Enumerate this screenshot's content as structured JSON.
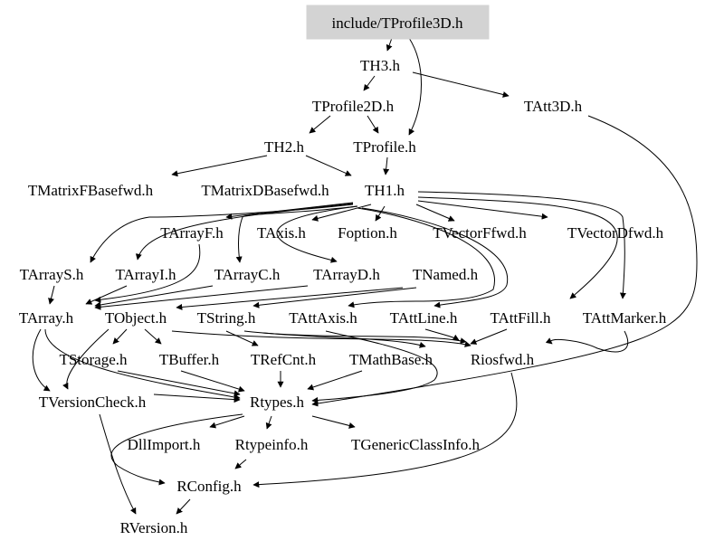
{
  "graph": {
    "root": "include/TProfile3D.h",
    "nodes": {
      "tprofile3d": "include/TProfile3D.h",
      "th3": "TH3.h",
      "tprofile2d": "TProfile2D.h",
      "tatt3d": "TAtt3D.h",
      "th2": "TH2.h",
      "tprofile": "TProfile.h",
      "tmatrixf": "TMatrixFBasefwd.h",
      "tmatrixd": "TMatrixDBasefwd.h",
      "th1": "TH1.h",
      "tarrayf": "TArrayF.h",
      "taxis": "TAxis.h",
      "foption": "Foption.h",
      "tvectorf": "TVectorFfwd.h",
      "tvectord": "TVectorDfwd.h",
      "tarrays": "TArrayS.h",
      "tarrayi": "TArrayI.h",
      "tarrayc": "TArrayC.h",
      "tarrayd": "TArrayD.h",
      "tnamed": "TNamed.h",
      "tarray": "TArray.h",
      "tobject": "TObject.h",
      "tstring": "TString.h",
      "tattaxis": "TAttAxis.h",
      "tattline": "TAttLine.h",
      "tattfill": "TAttFill.h",
      "tattmarker": "TAttMarker.h",
      "tstorage": "TStorage.h",
      "tbuffer": "TBuffer.h",
      "trefcnt": "TRefCnt.h",
      "tmathbase": "TMathBase.h",
      "riosfwd": "Riosfwd.h",
      "tversioncheck": "TVersionCheck.h",
      "rtypes": "Rtypes.h",
      "dllimport": "DllImport.h",
      "rtypeinfo": "Rtypeinfo.h",
      "tgenericclassinfo": "TGenericClassInfo.h",
      "rconfig": "RConfig.h",
      "rversion": "RVersion.h"
    }
  }
}
